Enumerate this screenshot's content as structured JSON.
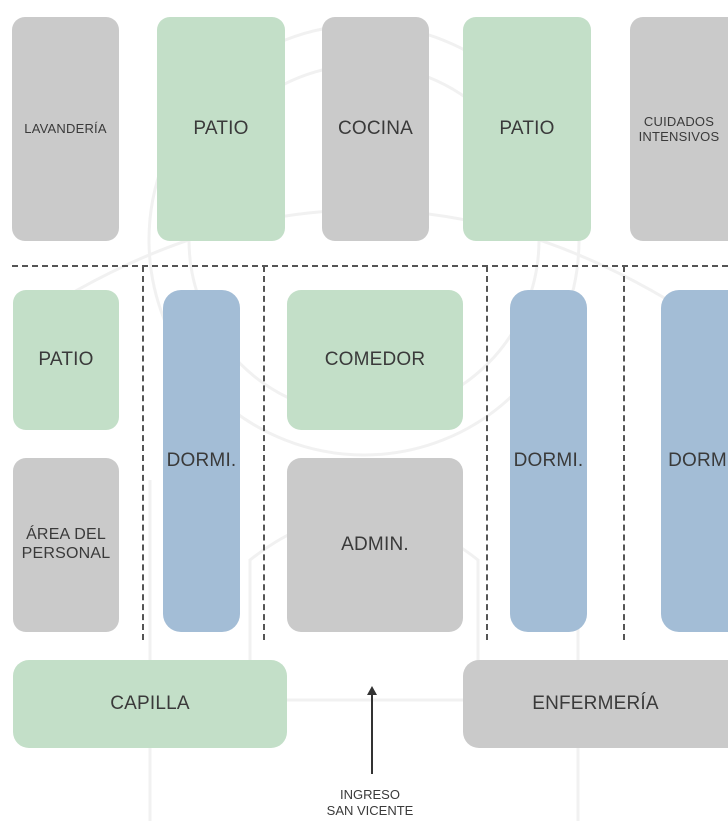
{
  "colors": {
    "service": "#cacaca",
    "outdoor": "#c3dfc8",
    "sleeping": "#a3bdd6",
    "dashes": "#555555"
  },
  "top_row": {
    "lavanderia": "LAVANDERÍA",
    "patio_1": "PATIO",
    "cocina": "COCINA",
    "patio_2": "PATIO",
    "cuidados_1": "CUIDADOS",
    "cuidados_2": "INTENSIVOS"
  },
  "middle": {
    "patio": "PATIO",
    "area_1": "ÁREA DEL",
    "area_2": "PERSONAL",
    "dormi_1": "DORMI.",
    "comedor": "COMEDOR",
    "admin": "ADMIN.",
    "dormi_2": "DORMI.",
    "dormi_3": "DORM"
  },
  "bottom": {
    "capilla": "CAPILLA",
    "enfermeria": "ENFERMERÍA"
  },
  "entrance": {
    "line_1": "INGRESO",
    "line_2": "SAN VICENTE",
    "icon": "arrow-up-icon"
  }
}
